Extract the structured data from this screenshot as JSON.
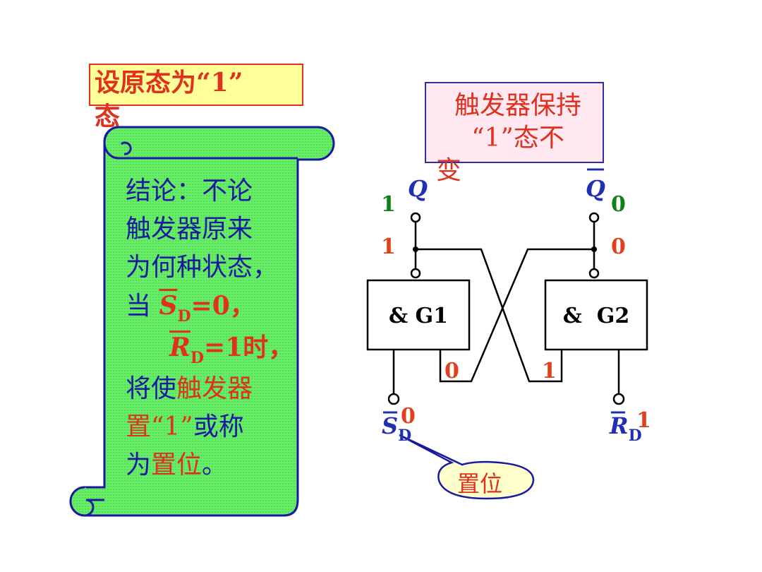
{
  "colors": {
    "accent_red": "#e0301e",
    "text_blue": "#1a1aa0",
    "scroll_green": "#66ee66",
    "scroll_border": "#1a1aa0",
    "note_yellow": "#ffff99",
    "note_pink": "#ffe8f0"
  },
  "note_original_state": "设原态为“1”\n态",
  "note_hold": {
    "line1": "触发器保持",
    "line2": "“1”态不",
    "line3": "变"
  },
  "conclusion": {
    "l1": "结论：不论",
    "l2": "触发器原来",
    "l3": "为何种状态，",
    "l4_prefix": "当 ",
    "sd_letter": "S",
    "sd_sub": "D",
    "l4_suffix": "=0，",
    "rd_letter": "R",
    "rd_sub": "D",
    "l5_suffix": "=1时，",
    "l6_a": "将使",
    "l6_b": "触发器",
    "l7_a": "置“1”",
    "l7_b": "或称",
    "l8_a": "为",
    "l8_b": "置位",
    "l8_c": "。"
  },
  "circuit": {
    "gate1": "& G1",
    "gate2": "&  G2",
    "q_label": "Q",
    "qbar_label": "Q",
    "q_out_top": "1",
    "q_wire": "1",
    "qbar_out_top": "0",
    "qbar_wire": "0",
    "g1_feedback_in": "0",
    "g2_feedback_in": "1",
    "sd_letter": "S",
    "sd_sub": "D",
    "sd_value": "0",
    "rd_letter": "R",
    "rd_sub": "D",
    "rd_value": "1"
  },
  "callout": "置位"
}
